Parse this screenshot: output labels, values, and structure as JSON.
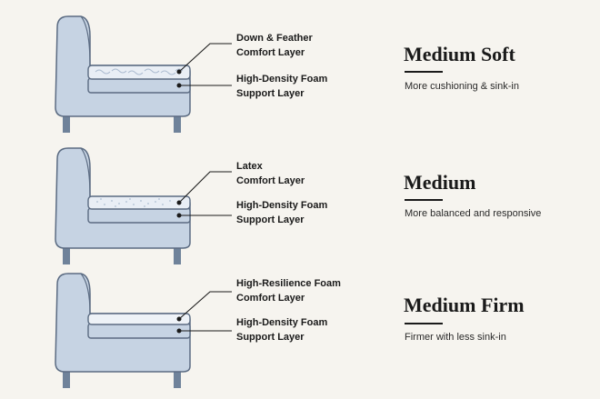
{
  "colors": {
    "background": "#f6f4ef",
    "chair_fill": "#c6d3e3",
    "chair_stroke": "#5b6b82",
    "leg": "#6f829a",
    "comfort_layer": "#e9eef5",
    "text": "#1a1a1a"
  },
  "rows": [
    {
      "title": "Medium Soft",
      "description": "More cushioning & sink-in",
      "comfort_label": [
        "Down & Feather",
        "Comfort Layer"
      ],
      "support_label": [
        "High-Density Foam",
        "Support Layer"
      ],
      "comfort_texture": "feather-pattern"
    },
    {
      "title": "Medium",
      "description": "More balanced and responsive",
      "comfort_label": [
        "Latex",
        "Comfort Layer"
      ],
      "support_label": [
        "High-Density Foam",
        "Support Layer"
      ],
      "comfort_texture": "dot-pattern"
    },
    {
      "title": "Medium Firm",
      "description": "Firmer with less sink-in",
      "comfort_label": [
        "High-Resilience Foam",
        "Comfort Layer"
      ],
      "support_label": [
        "High-Density Foam",
        "Support Layer"
      ],
      "comfort_texture": "plain"
    }
  ]
}
